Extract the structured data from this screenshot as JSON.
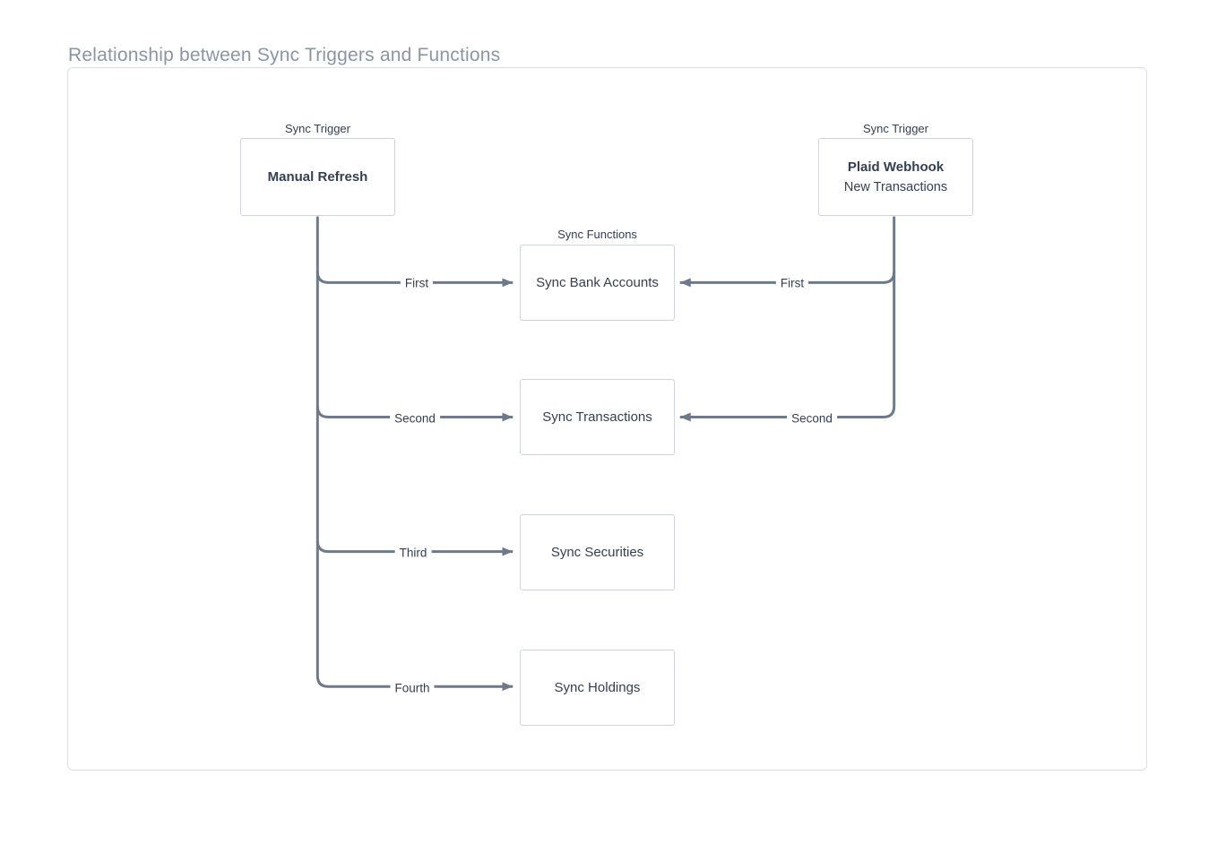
{
  "page": {
    "title": "Relationship between Sync Triggers and Functions"
  },
  "colors": {
    "line": "#6e7a8a",
    "box_border": "#ccd4de",
    "container_border": "#d9dfe8",
    "node_text": "#333f52",
    "title_text": "#8a95a6",
    "background": "#ffffff"
  },
  "diagram": {
    "triggers": [
      {
        "label": "Sync Trigger",
        "name": "Manual Refresh"
      },
      {
        "label": "Sync Trigger",
        "name": "Plaid Webhook",
        "detail": "New Transactions"
      }
    ],
    "functions_label": "Sync Functions",
    "functions": [
      {
        "name": "Sync Bank Accounts"
      },
      {
        "name": "Sync Transactions"
      },
      {
        "name": "Sync Securities"
      },
      {
        "name": "Sync Holdings"
      }
    ],
    "edges": {
      "manual_refresh": [
        {
          "order": "First",
          "target": "Sync Bank Accounts"
        },
        {
          "order": "Second",
          "target": "Sync Transactions"
        },
        {
          "order": "Third",
          "target": "Sync Securities"
        },
        {
          "order": "Fourth",
          "target": "Sync Holdings"
        }
      ],
      "plaid_webhook": [
        {
          "order": "First",
          "target": "Sync Bank Accounts"
        },
        {
          "order": "Second",
          "target": "Sync Transactions"
        }
      ]
    }
  }
}
